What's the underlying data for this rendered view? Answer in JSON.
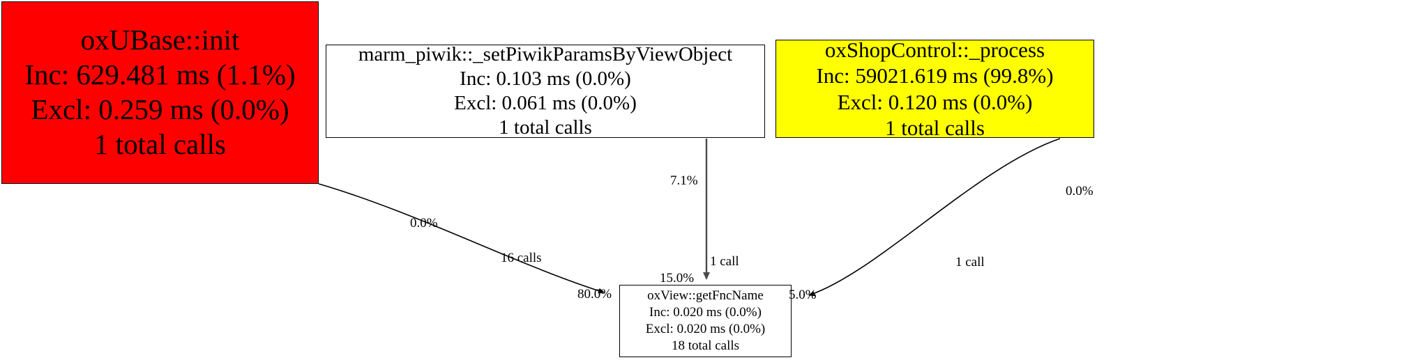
{
  "graph": {
    "type": "call-graph",
    "background": "#ffffff",
    "nodes": [
      {
        "id": "oxubase-init",
        "name": "oxUBase::init",
        "inclusive": "Inc: 629.481 ms (1.1%)",
        "exclusive": "Excl: 0.259 ms (0.0%)",
        "calls": "1 total calls",
        "fill": "#ff0000",
        "border": "#000000"
      },
      {
        "id": "marm-piwik-setpiwikparamsbyviewobject",
        "name": "marm_piwik::_setPiwikParamsByViewObject",
        "inclusive": "Inc: 0.103 ms (0.0%)",
        "exclusive": "Excl: 0.061 ms (0.0%)",
        "calls": "1 total calls",
        "fill": "#ffffff",
        "border": "#000000"
      },
      {
        "id": "oxshopcontrol-process",
        "name": "oxShopControl::_process",
        "inclusive": "Inc: 59021.619 ms (99.8%)",
        "exclusive": "Excl: 0.120 ms (0.0%)",
        "calls": "1 total calls",
        "fill": "#ffff00",
        "border": "#000000"
      },
      {
        "id": "oxview-getfncname",
        "name": "oxView::getFncName",
        "inclusive": "Inc: 0.020 ms (0.0%)",
        "exclusive": "Excl: 0.020 ms (0.0%)",
        "calls": "18 total calls",
        "fill": "#ffffff",
        "border": "#000000"
      }
    ],
    "edges": [
      {
        "id": "edge-init-to-getfncname",
        "from": "oxubase-init",
        "to": "oxview-getfncname",
        "source_percent": "0.0%",
        "call_count": "16 calls",
        "target_percent": "80.0%"
      },
      {
        "id": "edge-piwik-to-getfncname",
        "from": "marm-piwik-setpiwikparamsbyviewobject",
        "to": "oxview-getfncname",
        "source_percent": "7.1%",
        "call_count": "1 call",
        "target_percent": "15.0%"
      },
      {
        "id": "edge-shopcontrol-to-getfncname",
        "from": "oxshopcontrol-process",
        "to": "oxview-getfncname",
        "source_percent": "0.0%",
        "call_count": "1 call",
        "target_percent": "5.0%"
      }
    ]
  }
}
